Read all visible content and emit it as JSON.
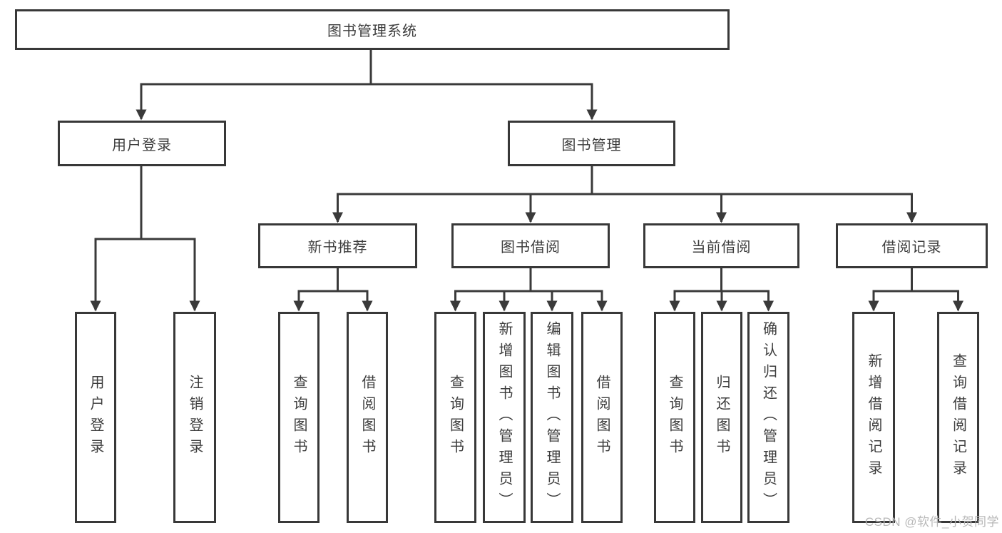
{
  "tree": {
    "root": {
      "label": "图书管理系统"
    },
    "branches": [
      {
        "label": "用户登录",
        "children": [
          {
            "label": "用户登录"
          },
          {
            "label": "注销登录"
          }
        ]
      },
      {
        "label": "图书管理",
        "children": [
          {
            "label": "新书推荐",
            "children": [
              {
                "label": "查询图书"
              },
              {
                "label": "借阅图书"
              }
            ]
          },
          {
            "label": "图书借阅",
            "children": [
              {
                "label": "查询图书"
              },
              {
                "label": "新增图书（管理员）"
              },
              {
                "label": "编辑图书（管理员）"
              },
              {
                "label": "借阅图书"
              }
            ]
          },
          {
            "label": "当前借阅",
            "children": [
              {
                "label": "查询图书"
              },
              {
                "label": "归还图书"
              },
              {
                "label": "确认归还（管理员）"
              }
            ]
          },
          {
            "label": "借阅记录",
            "children": [
              {
                "label": "新增借阅记录"
              },
              {
                "label": "查询借阅记录"
              }
            ]
          }
        ]
      }
    ]
  },
  "watermark": "CSDN @软件_小贺同学",
  "colors": {
    "line": "#3a3a3a",
    "border": "#383838",
    "text": "#3d3d3d",
    "watermark": "#b5b5b5",
    "background": "#ffffff"
  }
}
